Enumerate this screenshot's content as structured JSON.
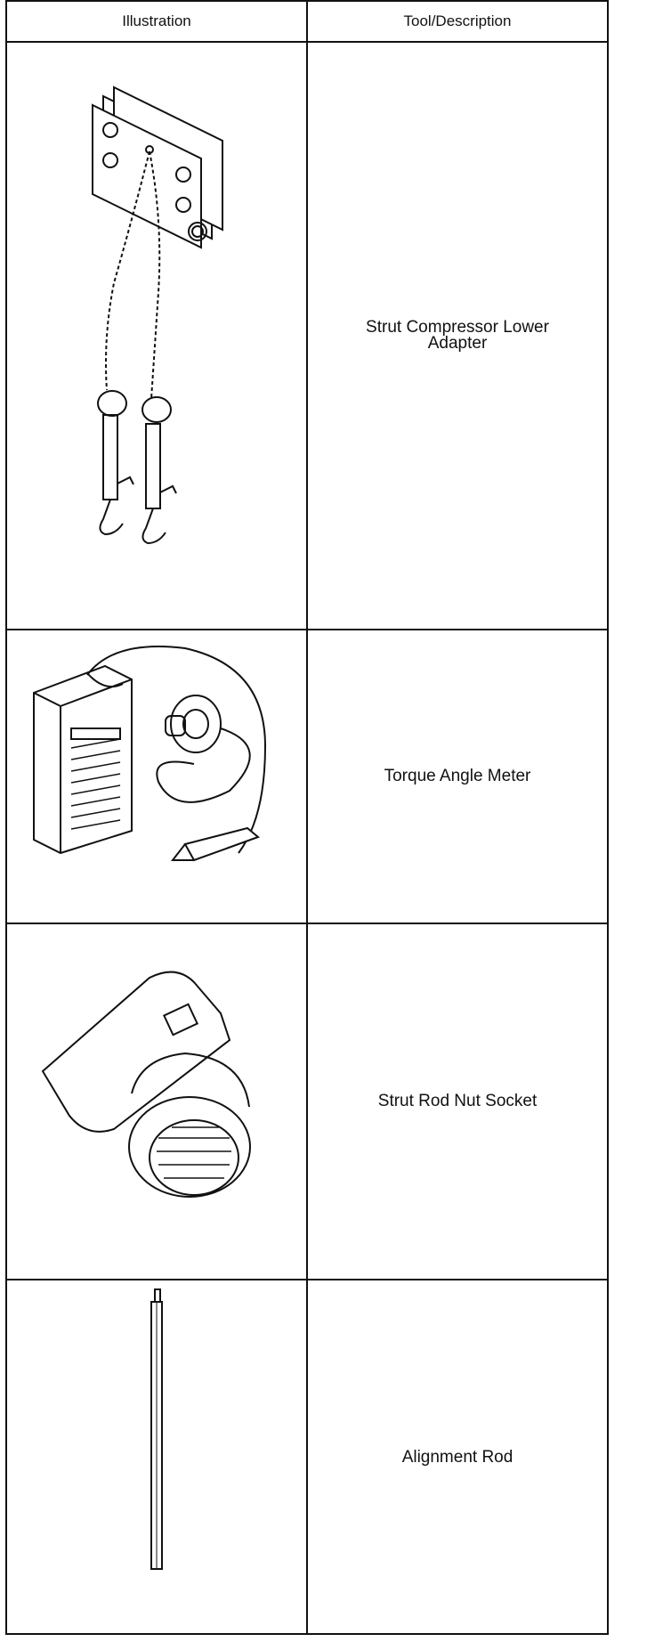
{
  "table": {
    "headers": [
      "Illustration",
      "Tool/Description"
    ],
    "rows": [
      {
        "description": "Strut Compressor Lower Adapter",
        "icon": "strut-compressor-lower-adapter-icon"
      },
      {
        "description": "Torque Angle Meter",
        "icon": "torque-angle-meter-icon"
      },
      {
        "description": "Strut Rod Nut Socket",
        "icon": "strut-rod-nut-socket-icon"
      },
      {
        "description": "Alignment Rod",
        "icon": "alignment-rod-icon"
      }
    ]
  }
}
